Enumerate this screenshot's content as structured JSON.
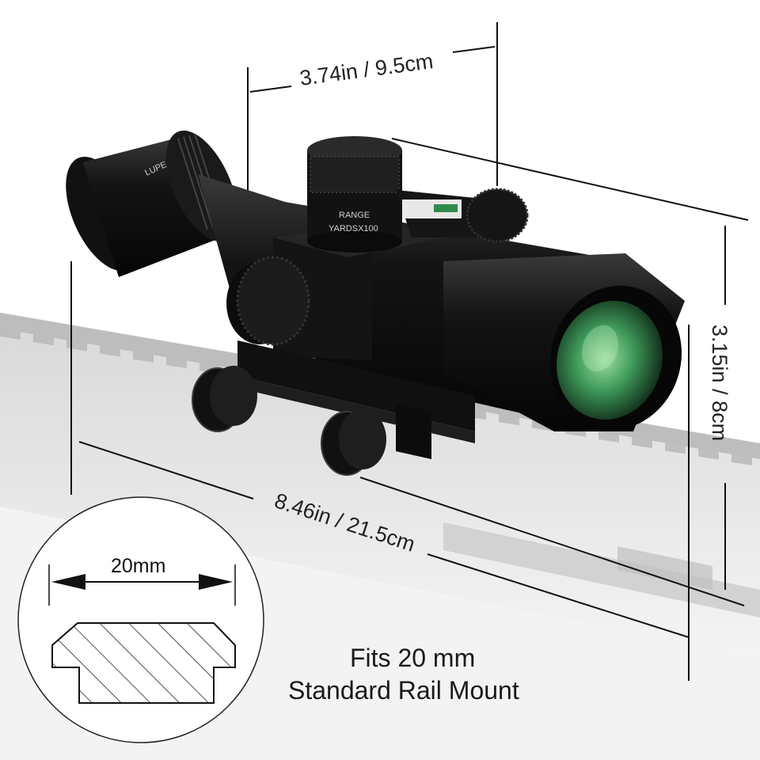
{
  "dimensions": {
    "top_length": "3.74in / 9.5cm",
    "height": "3.15in / 8cm",
    "overall_length": "8.46in / 21.5cm"
  },
  "turret": {
    "line1": "RANGE",
    "line2": "YARDSX100"
  },
  "inset": {
    "rail_width": "20mm"
  },
  "caption": {
    "line1": "Fits 20 mm",
    "line2": "Standard Rail Mount"
  },
  "colors": {
    "background": "#ffffff",
    "scope_body": "#0d0d0d",
    "lens_tint": "#3f9a5a",
    "rail_gray": "#c9c9c9"
  }
}
